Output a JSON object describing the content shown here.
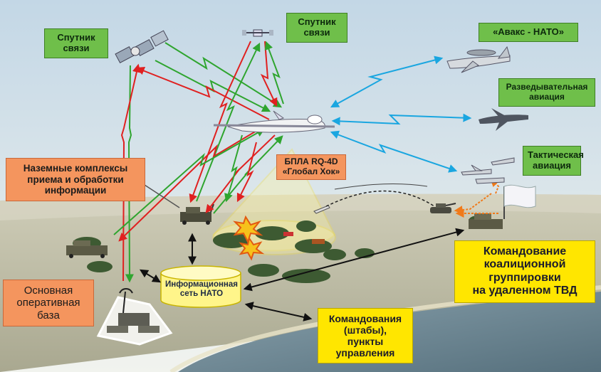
{
  "labels": {
    "satellite_left": "Спутник\nсвязи",
    "satellite_center": "Спутник\nсвязи",
    "awacs": "«Авакс - НАТО»",
    "recon_aviation": "Разведывательная\nавиация",
    "tactical_aviation": "Тактическая\nавиация",
    "uav": "БПЛА RQ-4D\n«Глобал Хок»",
    "ground_complexes": "Наземные комплексы\nприема и обработки\nинформации",
    "main_base": "Основная\nоперативная\nбаза",
    "coalition_command": "Командование\nкоалиционной\nгруппировки\nна удаленном  ТВД",
    "command_posts": "Командования\n(штабы),\nпункты\nуправления",
    "nato_network": "Информационная\nсеть НАТО"
  },
  "colors": {
    "sky_top": "#c9dbe8",
    "sky_bottom": "#eef2ee",
    "ground": "#b9b8a0",
    "sea": "#6f8794",
    "label_green": "#6fbf4a",
    "label_orange": "#f4955e",
    "label_yellow": "#ffe600",
    "link_red": "#e02020",
    "link_green": "#2fa52f",
    "link_blue": "#1aa6e0",
    "link_black": "#111111",
    "trees": "#3d5a32",
    "cone": "#fff6a0"
  }
}
